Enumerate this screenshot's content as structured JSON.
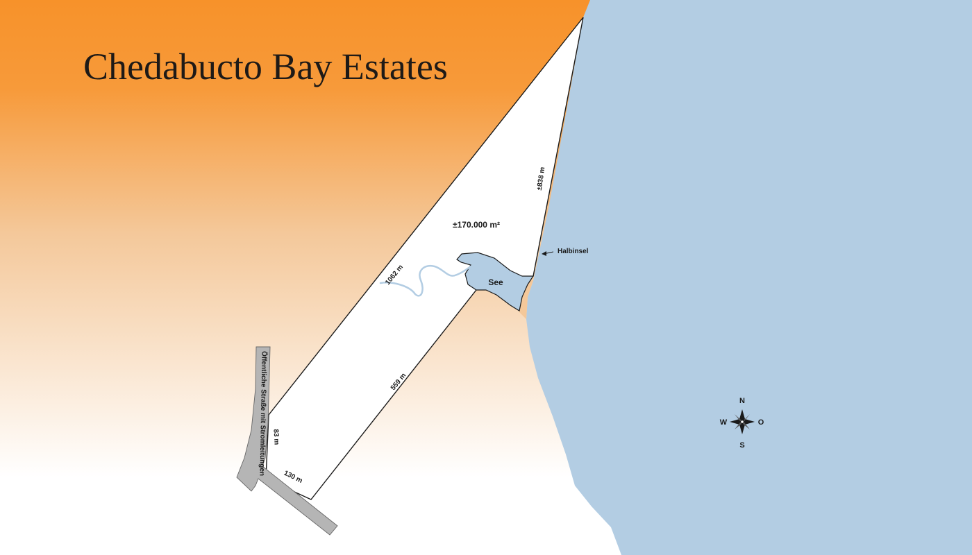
{
  "title": "Chedabucto Bay Estates",
  "labels": {
    "area": "±170.000 m²",
    "side_east": "±838 m",
    "side_northwest": "1062 m",
    "side_southeast": "559 m",
    "side_west": "83 m",
    "side_south": "130 m",
    "lake": "See",
    "peninsula": "Halbinsel",
    "road": "Öffentliche Straße mit Stromleitungen"
  },
  "compass": {
    "north": "N",
    "south": "S",
    "west": "W",
    "east": "O"
  },
  "colors": {
    "land_top": "#f7922a",
    "land_mid": "#f4c89a",
    "land_bottom": "#ffffff",
    "water": "#b3cde3",
    "parcel": "#ffffff",
    "road": "#b5b5b5",
    "outline": "#1a1a1a"
  }
}
